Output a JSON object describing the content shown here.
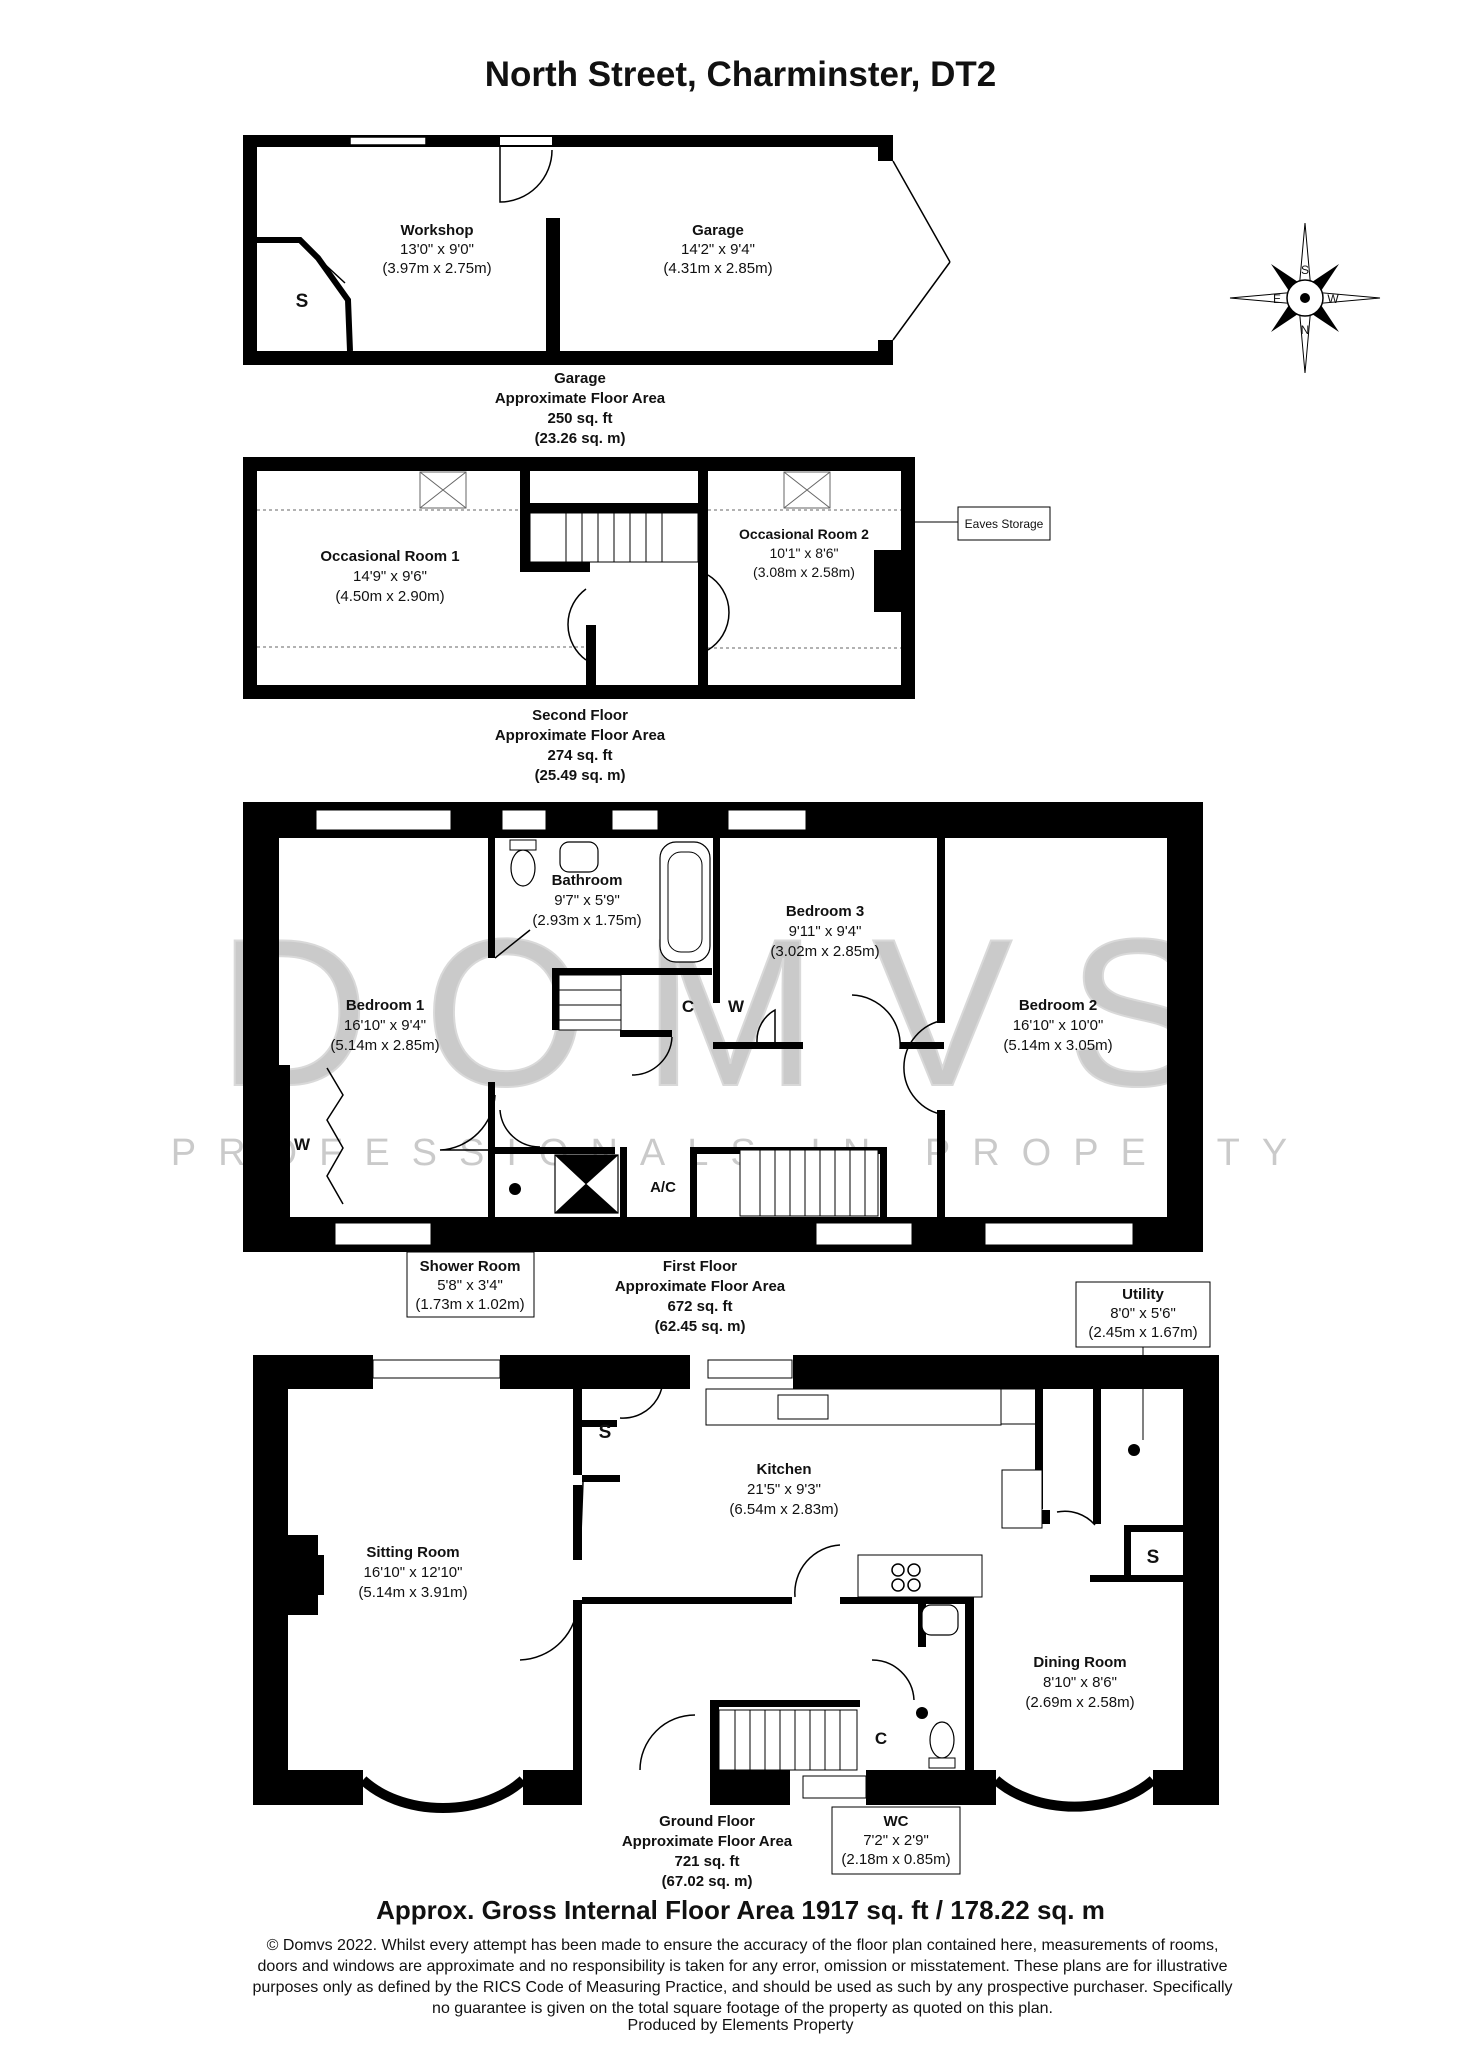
{
  "title": "North Street, Charminster, DT2",
  "watermark": {
    "brand": "DOMVS",
    "tagline": "PROFESSIONALS IN PROPERTY"
  },
  "compass": {
    "n": "N",
    "s": "S",
    "e": "E",
    "w": "W"
  },
  "floors": {
    "garage": {
      "name": "Garage",
      "area_label": "Approximate Floor Area",
      "area_ft": "250 sq. ft",
      "area_m": "(23.26 sq. m)"
    },
    "second": {
      "name": "Second Floor",
      "area_label": "Approximate Floor Area",
      "area_ft": "274 sq. ft",
      "area_m": "(25.49 sq. m)"
    },
    "first": {
      "name": "First Floor",
      "area_label": "Approximate Floor Area",
      "area_ft": "672 sq. ft",
      "area_m": "(62.45 sq. m)"
    },
    "ground": {
      "name": "Ground Floor",
      "area_label": "Approximate Floor Area",
      "area_ft": "721 sq. ft",
      "area_m": "(67.02 sq. m)"
    }
  },
  "rooms": {
    "workshop": {
      "name": "Workshop",
      "ft": "13'0\" x 9'0\"",
      "m": "(3.97m x 2.75m)"
    },
    "garage": {
      "name": "Garage",
      "ft": "14'2\" x 9'4\"",
      "m": "(4.31m x 2.85m)"
    },
    "occ1": {
      "name": "Occasional Room 1",
      "ft": "14'9\" x 9'6\"",
      "m": "(4.50m x 2.90m)"
    },
    "occ2": {
      "name": "Occasional Room 2",
      "ft": "10'1\" x 8'6\"",
      "m": "(3.08m x 2.58m)"
    },
    "bathroom": {
      "name": "Bathroom",
      "ft": "9'7\" x 5'9\"",
      "m": "(2.93m x 1.75m)"
    },
    "bedroom3": {
      "name": "Bedroom 3",
      "ft": "9'11\" x 9'4\"",
      "m": "(3.02m x 2.85m)"
    },
    "bedroom1": {
      "name": "Bedroom 1",
      "ft": "16'10\" x 9'4\"",
      "m": "(5.14m x 2.85m)"
    },
    "bedroom2": {
      "name": "Bedroom 2",
      "ft": "16'10\" x 10'0\"",
      "m": "(5.14m x 3.05m)"
    },
    "shower": {
      "name": "Shower Room",
      "ft": "5'8\" x 3'4\"",
      "m": "(1.73m x 1.02m)"
    },
    "utility": {
      "name": "Utility",
      "ft": "8'0\" x 5'6\"",
      "m": "(2.45m x 1.67m)"
    },
    "kitchen": {
      "name": "Kitchen",
      "ft": "21'5\" x 9'3\"",
      "m": "(6.54m x 2.83m)"
    },
    "sitting": {
      "name": "Sitting Room",
      "ft": "16'10\" x 12'10\"",
      "m": "(5.14m x 3.91m)"
    },
    "dining": {
      "name": "Dining Room",
      "ft": "8'10\" x 8'6\"",
      "m": "(2.69m x 2.58m)"
    },
    "wc": {
      "name": "WC",
      "ft": "7'2\" x 2'9\"",
      "m": "(2.18m x 0.85m)"
    }
  },
  "markers": {
    "storage": "S",
    "cupboard": "C",
    "wardrobe": "W",
    "airing": "A/C"
  },
  "eaves_label": "Eaves Storage",
  "total_area": "Approx. Gross Internal Floor Area 1917 sq. ft / 178.22 sq. m",
  "disclaimer": "© Domvs 2022. Whilst every attempt has been made to ensure the accuracy of the floor plan contained here, measurements of rooms, doors and windows are approximate and no responsibility is taken for any error, omission or misstatement. These plans are for illustrative purposes only as defined by the RICS Code of Measuring Practice, and should be used as such by any prospective purchaser. Specifically no guarantee is given on the total square footage of the property as quoted on this plan.",
  "producer": "Produced by Elements Property"
}
